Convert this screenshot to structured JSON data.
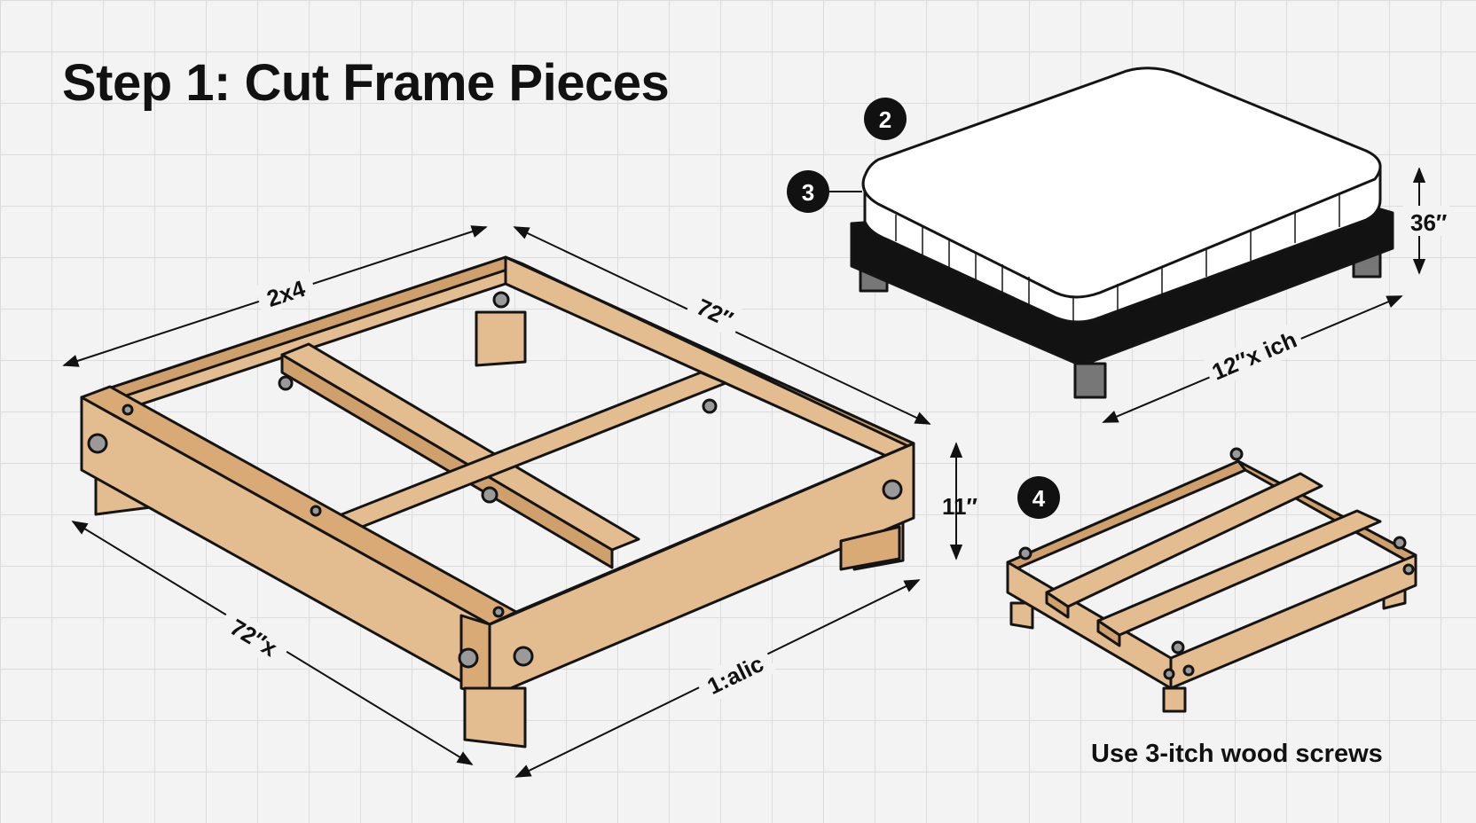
{
  "title": "Step 1: Cut Frame Pieces",
  "note": "Use 3-itch wood screws",
  "badges": [
    "2",
    "3",
    "4"
  ],
  "dimensions": {
    "frame_top_left": "2x4",
    "frame_top_right": "72″",
    "frame_height": "11″",
    "frame_bottom_left": "72″x",
    "frame_bottom_right": "1:alic",
    "bed_height": "36″",
    "bed_width": "12″x ich"
  },
  "colors": {
    "wood": "#e3bd8f",
    "wood_dark": "#cfa06c",
    "wood_end": "#d9aa75",
    "outline": "#141414",
    "bed_base": "#121212",
    "mattress": "#ffffff",
    "badge": "#111111"
  }
}
